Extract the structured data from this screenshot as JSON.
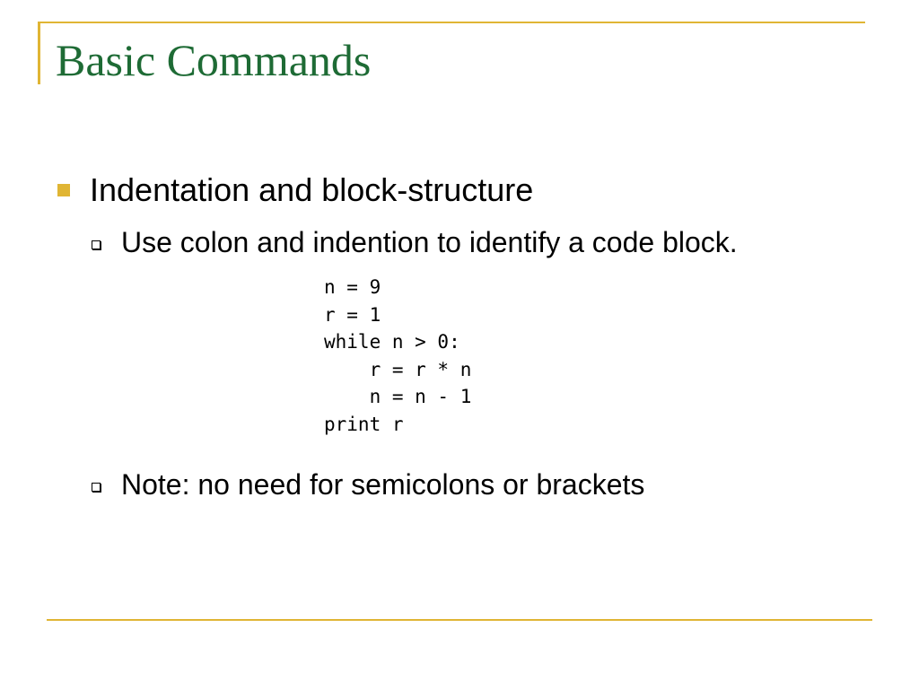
{
  "slide": {
    "title": "Basic Commands",
    "bullets": [
      {
        "text": "Indentation and block-structure",
        "sub_bullets": [
          "Use colon and indention to identify a code block.",
          "Note: no need for semicolons or brackets"
        ]
      }
    ],
    "code_lines": [
      "n = 9",
      "r = 1",
      "while n > 0:",
      "    r = r * n",
      "    n = n - 1",
      "print r"
    ]
  },
  "colors": {
    "title": "#1e6b35",
    "accent": "#e0b534",
    "text": "#000000",
    "background": "#ffffff"
  },
  "icons": {
    "level1_bullet": "filled-square-bullet-icon",
    "level2_bullet": "hollow-square-bullet-icon"
  }
}
